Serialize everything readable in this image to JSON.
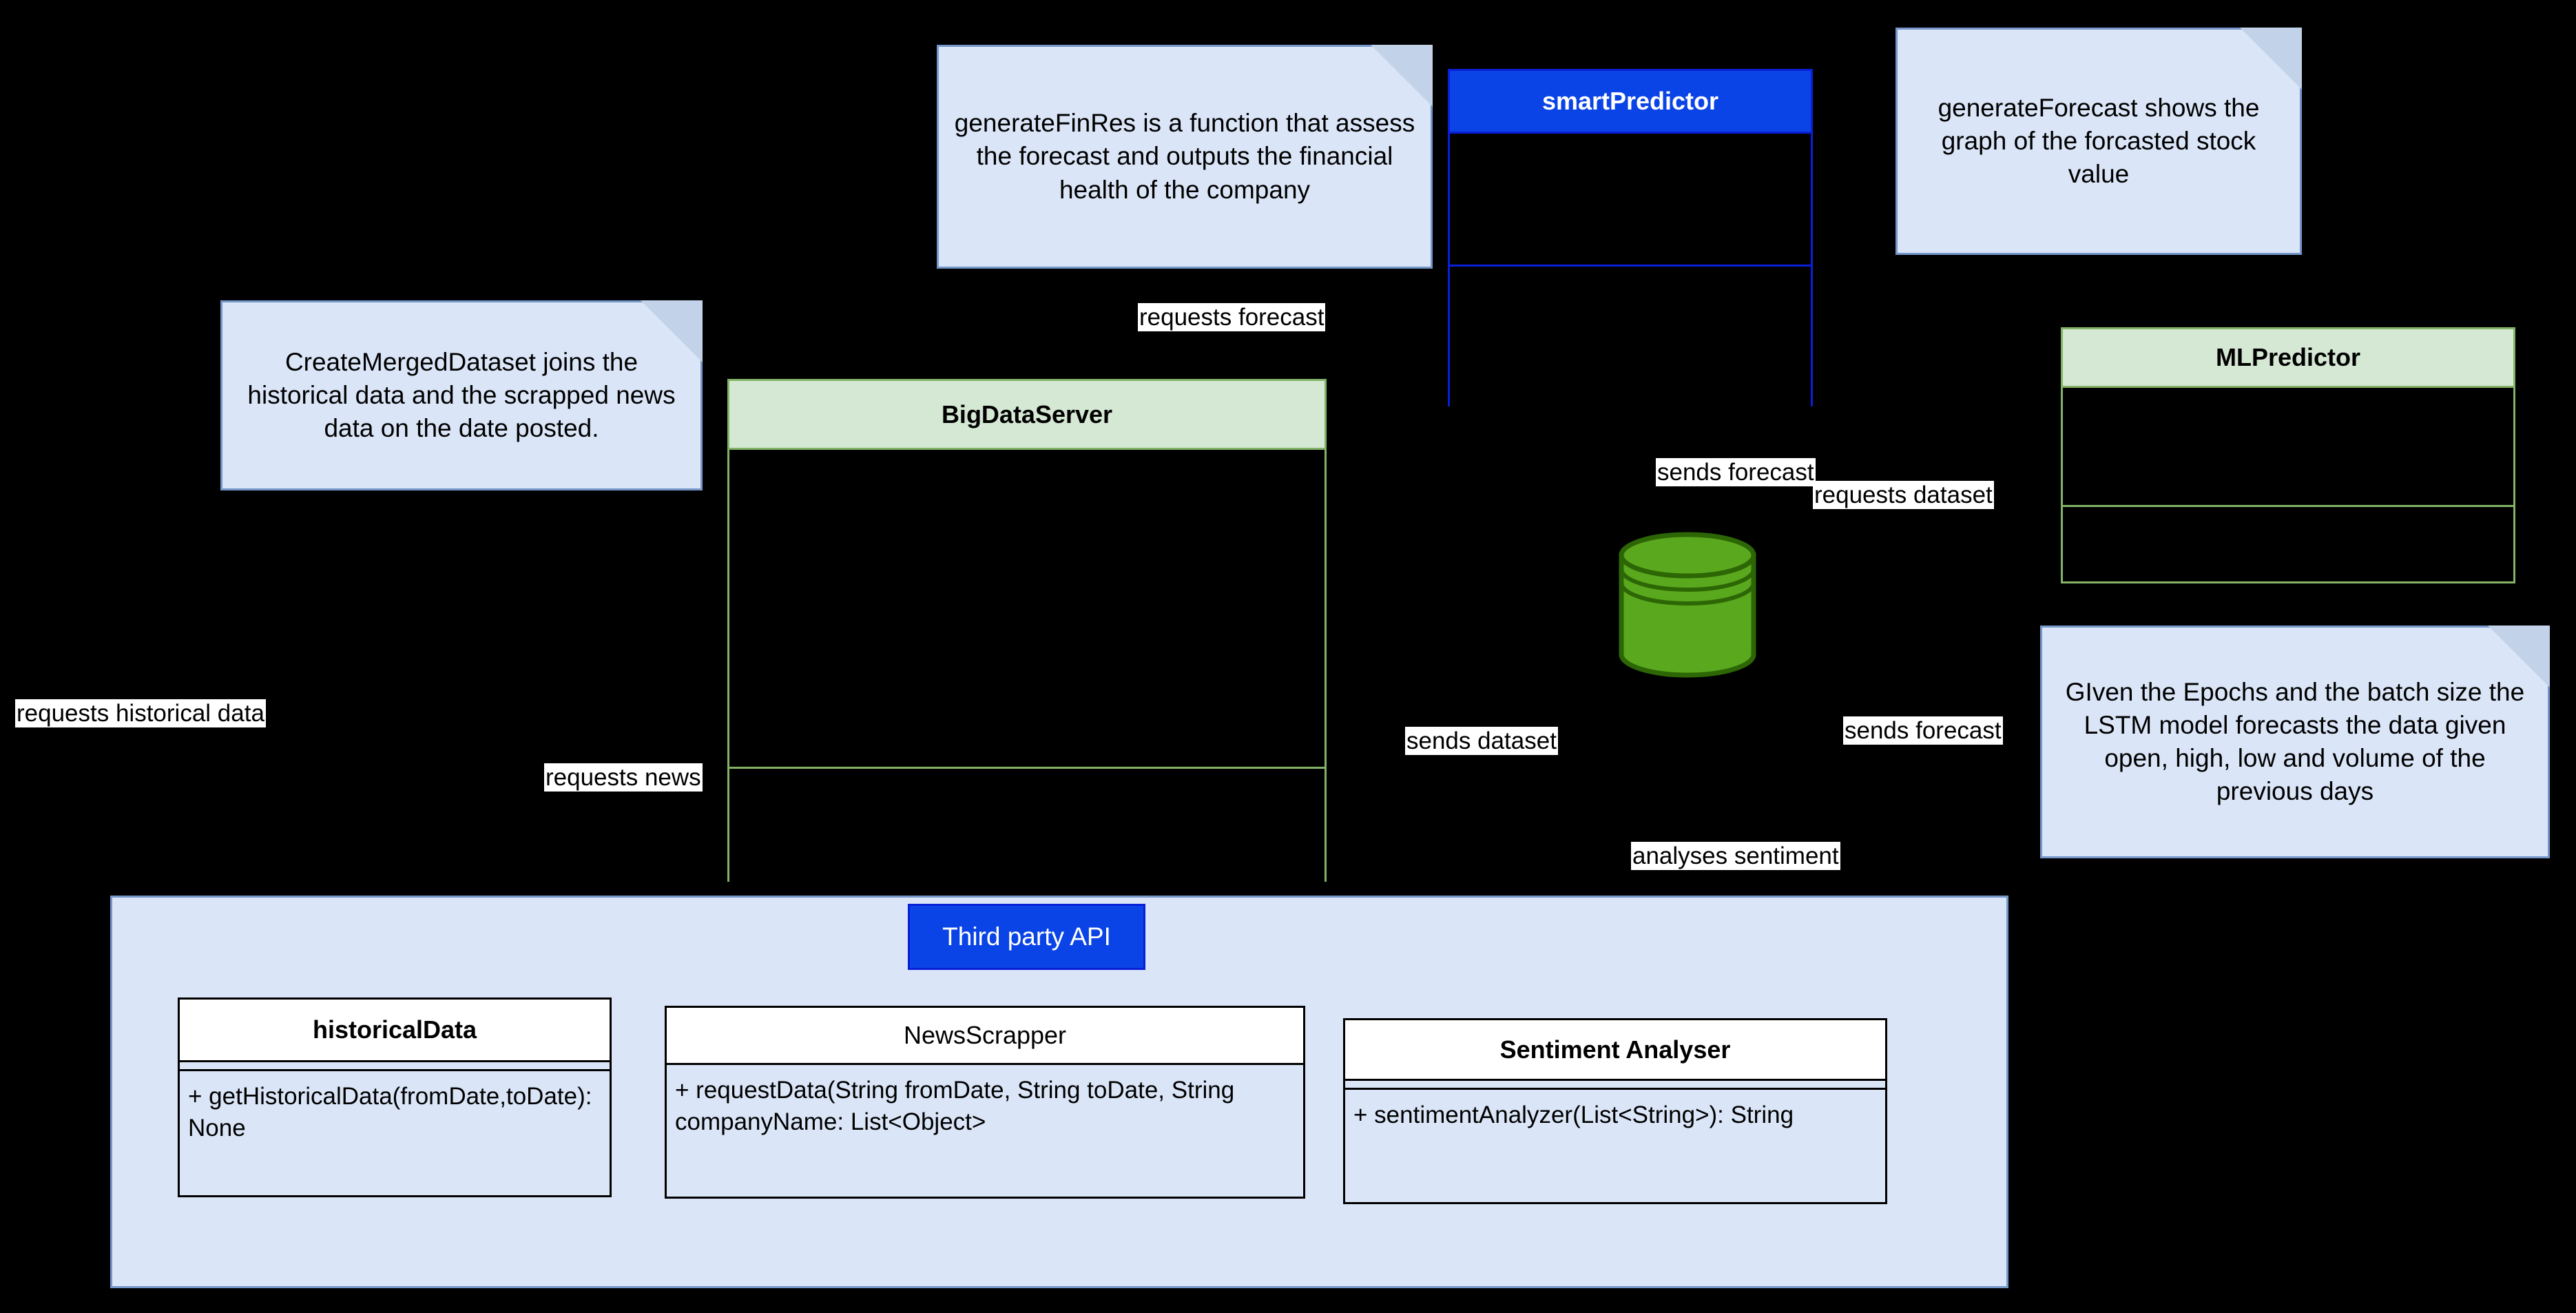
{
  "diagram": {
    "title": "Stock Forecasting System Class Diagram",
    "background": "#000000",
    "colors": {
      "note_fill": "#dae5f7",
      "note_border": "#7596c8",
      "note_fold": "#c2d2e8",
      "green_header": "#d5e8d4",
      "green_border": "#82b366",
      "blue_header": "#0b44e6",
      "blue_border": "#0a1fd8",
      "database_fill": "#5aa81e",
      "database_stroke": "#2d6605",
      "label_fill": "#ffffff",
      "label_text": "#000000"
    }
  },
  "notes": [
    {
      "id": "note-generatefinres",
      "text": "generateFinRes is a function that assess the forecast and outputs the financial health of the company"
    },
    {
      "id": "note-generateforecast",
      "text": "generateForecast shows the graph of the forcasted stock value"
    },
    {
      "id": "note-createmergeddataset",
      "text": "CreateMergedDataset joins the historical data and the scrapped news data on the date posted."
    },
    {
      "id": "note-lstm",
      "text": "GIven the Epochs and the batch size the LSTM model forecasts the data given open, high, low and volume of the previous days"
    }
  ],
  "classes": {
    "smart_predictor": {
      "name": "smartPredictor",
      "attributes": "",
      "methods": ""
    },
    "big_data_server": {
      "name": "BigDataServer",
      "attributes": "",
      "methods": ""
    },
    "ml_predictor": {
      "name": "MLPredictor",
      "attributes": "",
      "methods": ""
    },
    "historical_data": {
      "name": "historicalData",
      "attributes": "",
      "methods": "+ getHistoricalData(fromDate,toDate): None"
    },
    "news_scrapper": {
      "name": "NewsScrapper",
      "methods": "+ requestData(String fromDate, String toDate, String companyName: List<Object>"
    },
    "sentiment_analyser": {
      "name": "Sentiment Analyser",
      "attributes": "",
      "methods": "+ sentimentAnalyzer(List<String>): String"
    }
  },
  "panel": {
    "badge_label": "Third party API"
  },
  "database": {
    "name": "dataset-database-cylinder"
  },
  "edge_labels": [
    {
      "id": "requests-forecast",
      "text": "requests forecast"
    },
    {
      "id": "requests-historical-data",
      "text": "requests historical data"
    },
    {
      "id": "requests-news",
      "text": "requests news"
    },
    {
      "id": "sends-forecast-top",
      "text": "sends forecast"
    },
    {
      "id": "requests-dataset",
      "text": "requests dataset"
    },
    {
      "id": "sends-dataset",
      "text": "sends dataset"
    },
    {
      "id": "sends-forecast-right",
      "text": "sends forecast"
    },
    {
      "id": "analyses-sentiment",
      "text": "analyses sentiment"
    }
  ]
}
